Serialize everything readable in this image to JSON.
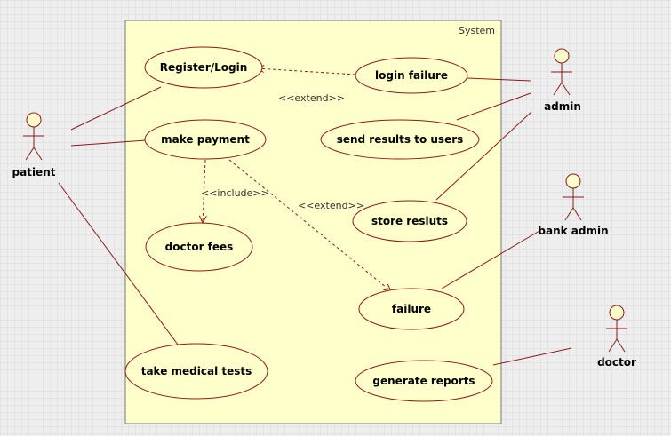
{
  "diagram": {
    "system_title": "System",
    "use_cases": {
      "register_login": "Register/Login",
      "login_failure": "login failure",
      "make_payment": "make payment",
      "send_results": "send results to users",
      "store_results": "store resluts",
      "doctor_fees": "doctor fees",
      "failure": "failure",
      "take_medical_tests": "take medical tests",
      "generate_reports": "generate reports"
    },
    "actors": {
      "patient": "patient",
      "admin": "admin",
      "bank_admin": "bank admin",
      "doctor": "doctor"
    },
    "relations": {
      "extend_login": "<<extend>>",
      "include_fees": "<<include>>",
      "extend_failure": "<<extend>>"
    },
    "colors": {
      "system_fill": "#ffffcc",
      "system_stroke": "#777777",
      "usecase_fill": "#ffffcc",
      "line_color": "#8b1a1a"
    }
  }
}
